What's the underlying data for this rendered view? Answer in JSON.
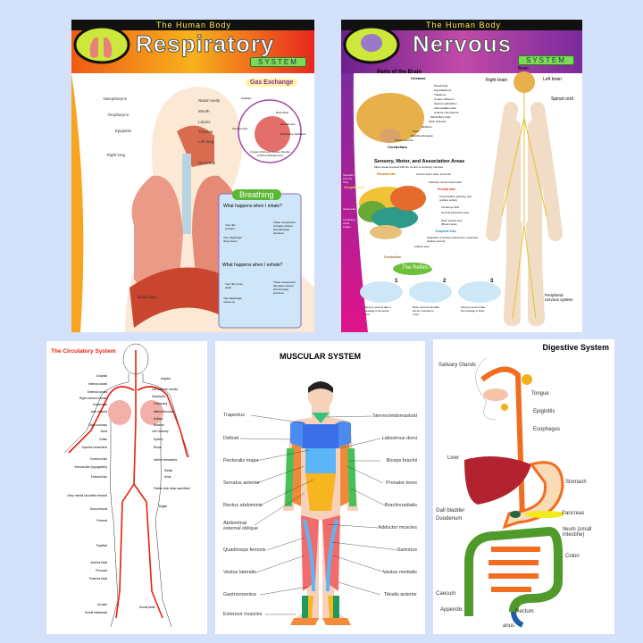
{
  "respiratory": {
    "series": "The Human Body",
    "title": "Respiratory",
    "subtitle": "SYSTEM",
    "labels_left": [
      "Nasopharynx",
      "Oropharynx",
      "Epiglottis",
      "Right lung"
    ],
    "labels_right": [
      "Nasal cavity",
      "Mouth",
      "Larynx",
      "Trachea",
      "Left lung",
      "Bronchus"
    ],
    "diaphragm": "Diaphragm",
    "gas_exchange": {
      "title": "Gas Exchange",
      "labels": [
        "Capillary",
        "Bronchiole",
        "Alveolar sac",
        "Alveolar duct",
        "Pulmonary capillaries",
        "Oxygen (O2) and Carbon Dioxide (CO2) exchange here."
      ]
    },
    "breathing": {
      "title": "Breathing",
      "inhale_q": "What happens when I inhale?",
      "inhale": [
        "Your ribs contract.",
        "Your diaphragm drops down.",
        "These movements increase volume and decrease pressure."
      ],
      "exhale_q": "What happens when I exhale?",
      "exhale": [
        "Your ribs move down.",
        "Your diaphragm moves up.",
        "These movements decrease volume and increase pressure."
      ]
    }
  },
  "nervous": {
    "series": "The Human Body",
    "title": "Nervous",
    "subtitle": "SYSTEM",
    "brain_parts_title": "Parts of the Brain",
    "brain_parts": [
      "Cerebrum",
      "Pineal body",
      "Hypothalamus",
      "Thalamus",
      "Corpus callosum",
      "Septum pellucidum",
      "Intermediate mass",
      "Anterior commissure",
      "Mammillary body",
      "Optic chiasma",
      "Midbrain",
      "Pons",
      "Medulla oblongata",
      "Fourth ventricle",
      "Cerebellum"
    ],
    "body_labels": [
      "Brain",
      "Right brain",
      "Left brain",
      "Spinal cord",
      "Peripheral nervous system"
    ],
    "areas_title": "Sensory, Motor, and Association Areas",
    "areas_subtitle": "Motor areas involved with the control of voluntary muscles",
    "lobes": [
      "Parietal lobe",
      "Occipital lobe",
      "Frontal lobe",
      "Temporal lobe",
      "Cerebellum"
    ],
    "area_notes": [
      "Area for touch, taste, and smell",
      "Voluntary muscle control area",
      "Concentration, planning, and problem solving",
      "Frontal eye field",
      "General interpretive area",
      "Motor speech area (Broca's area)",
      "Integration of sensory experiences, visual and auditory memory",
      "Auditory area",
      "Sensation from the body",
      "Visual area",
      "Combining visual images"
    ],
    "reflex_title": "The Reflex Arc",
    "reflex_steps": [
      "1",
      "2",
      "3"
    ],
    "reflex_notes": [
      "Sensory neurons take a message to the spinal cord.",
      "Motor neurons stimulate the arm muscles to move.",
      "Sensory neurons take the message to brain."
    ]
  },
  "circulatory": {
    "title": "The Circulatory System",
    "labels_left": [
      "Occipital",
      "Internal carotid",
      "External carotid",
      "Right common carotid",
      "Innominate",
      "Arch of aorta",
      "Right coronary",
      "Aorta",
      "Celiac",
      "Superior mesenteric",
      "Common iliac",
      "Internal iliac (hypogastric)",
      "External iliac",
      "Deep medial circumflex femoral",
      "Deep femoral",
      "Femoral",
      "Popliteal",
      "Anterior tibial",
      "Peroneal",
      "Posterior tibial",
      "Arcuate",
      "Dorsal metatarsal"
    ],
    "labels_right": [
      "Angular",
      "Left common carotid",
      "Subclavian",
      "Pulmonary",
      "Internal thoracic",
      "Axillary",
      "Brachial",
      "Left coronary",
      "Splenic",
      "Renal",
      "Inferior mesenteric",
      "Radial",
      "Ulnar",
      "Palmar arch deep superficial",
      "Digital",
      "Dorsal pedis"
    ]
  },
  "muscular": {
    "title": "MUSCULAR SYSTEM",
    "labels_left": [
      "Trapezius",
      "Deltoid",
      "Pectoralis major",
      "Serratus anterior",
      "Rectus abdominis",
      "Abdominal external oblique",
      "Quadriceps femoris",
      "Vastus lateralis",
      "Gastrocnemius",
      "Extensor muscles"
    ],
    "labels_right": [
      "Sternocleidomastoid",
      "Latissimus dorsi",
      "Biceps brachii",
      "Pronator teres",
      "Brachioradialis",
      "Adductor muscles",
      "Sartorius",
      "Vastus medialis",
      "Tibialis anterior"
    ]
  },
  "digestive": {
    "title": "Digestive System",
    "labels": [
      "Salivary Glands",
      "Tongue",
      "Epiglottis",
      "Esophagus",
      "Liver",
      "Stomach",
      "Gall bladder",
      "Duodenum",
      "Pancreas",
      "Ileum (small intestine)",
      "Colon",
      "Caecum",
      "Appendix",
      "Rectum",
      "anus"
    ]
  },
  "colors": {
    "background": "#d3e2fa",
    "respiratory_header": "#f2841f",
    "nervous_header": "#8a2d9c",
    "artery": "#e8200f",
    "accent_green": "#7ed957"
  }
}
